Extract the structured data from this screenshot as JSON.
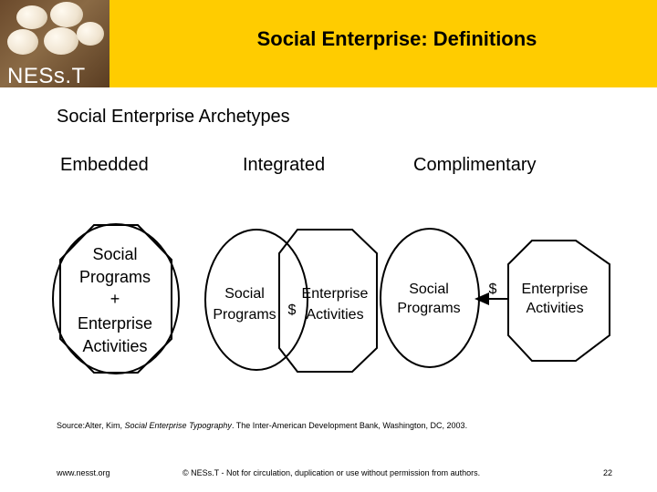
{
  "header": {
    "title": "Social Enterprise: Definitions",
    "logo_text": "NESs.T",
    "band_color": "#ffcc00"
  },
  "subtitle": "Social Enterprise Archetypes",
  "columns": {
    "embedded": "Embedded",
    "integrated": "Integrated",
    "complimentary": "Complimentary"
  },
  "diagrams": {
    "embedded": {
      "lines": [
        "Social",
        "Programs",
        "+",
        "Enterprise",
        "Activities"
      ]
    },
    "integrated": {
      "circle_lines": [
        "Social",
        "Programs"
      ],
      "dollar": "$",
      "octagon_lines": [
        "Enterprise",
        "Activities"
      ]
    },
    "complimentary": {
      "circle_lines": [
        "Social",
        "Programs"
      ],
      "dollar": "$",
      "octagon_lines": [
        "Enterprise",
        "Activities"
      ]
    }
  },
  "source": {
    "prefix": "Source:Alter, Kim, ",
    "title": "Social Enterprise Typography",
    "suffix": ". The Inter-American Development Bank, Washington, DC, 2003."
  },
  "footer": {
    "url": "www.nesst.org",
    "copyright": "© NESs.T - Not for circulation, duplication or use without permission from authors.",
    "page": "22"
  }
}
